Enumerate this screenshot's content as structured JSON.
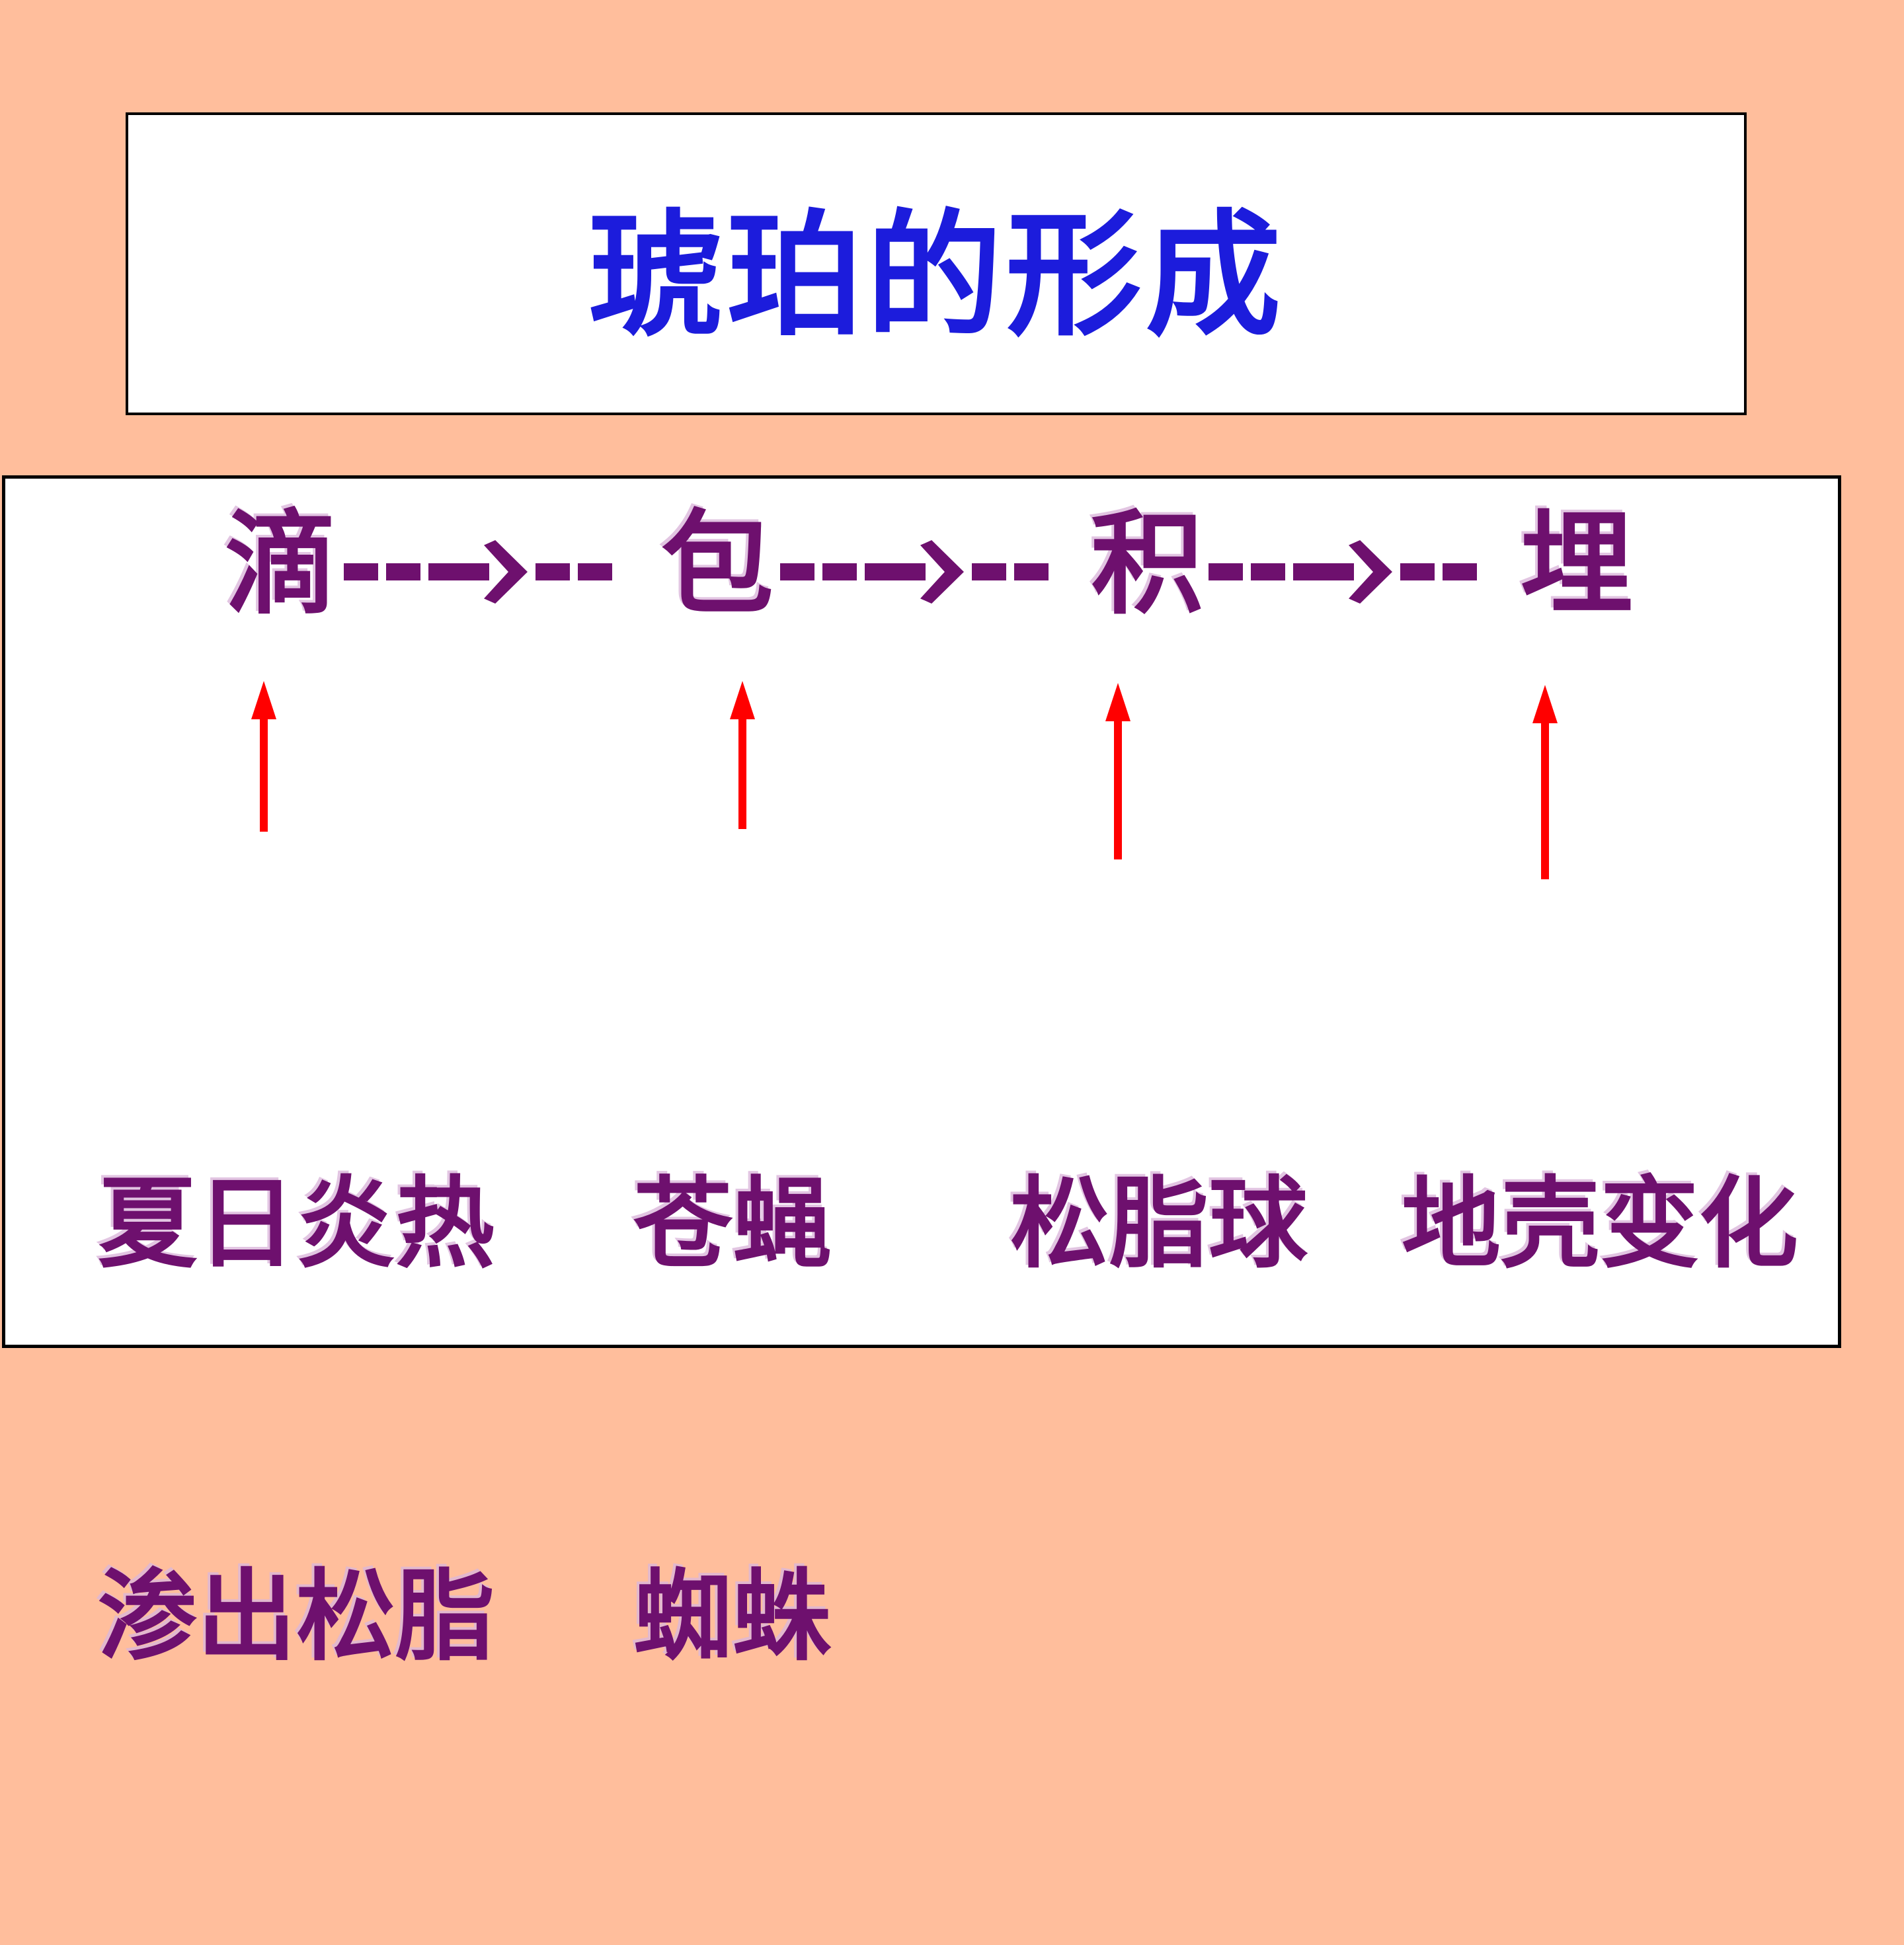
{
  "slide": {
    "background_color": "#FFBE9C",
    "panel_color": "#FFFFFF",
    "border_color": "#000000",
    "title": {
      "text": "琥珀的形成",
      "color": "#1C1CDC"
    },
    "flow": {
      "color": "#6E106E",
      "steps": [
        "滴",
        "包",
        "积",
        "埋"
      ]
    },
    "up_arrow_color": "#FF0000",
    "labels": [
      {
        "line1": "夏日炎热",
        "line2": "渗出松脂"
      },
      {
        "line1": "苍蝇",
        "line2": "蜘蛛"
      },
      {
        "line1": "松脂球",
        "line2": ""
      },
      {
        "line1": "地壳变化",
        "line2": ""
      }
    ]
  }
}
